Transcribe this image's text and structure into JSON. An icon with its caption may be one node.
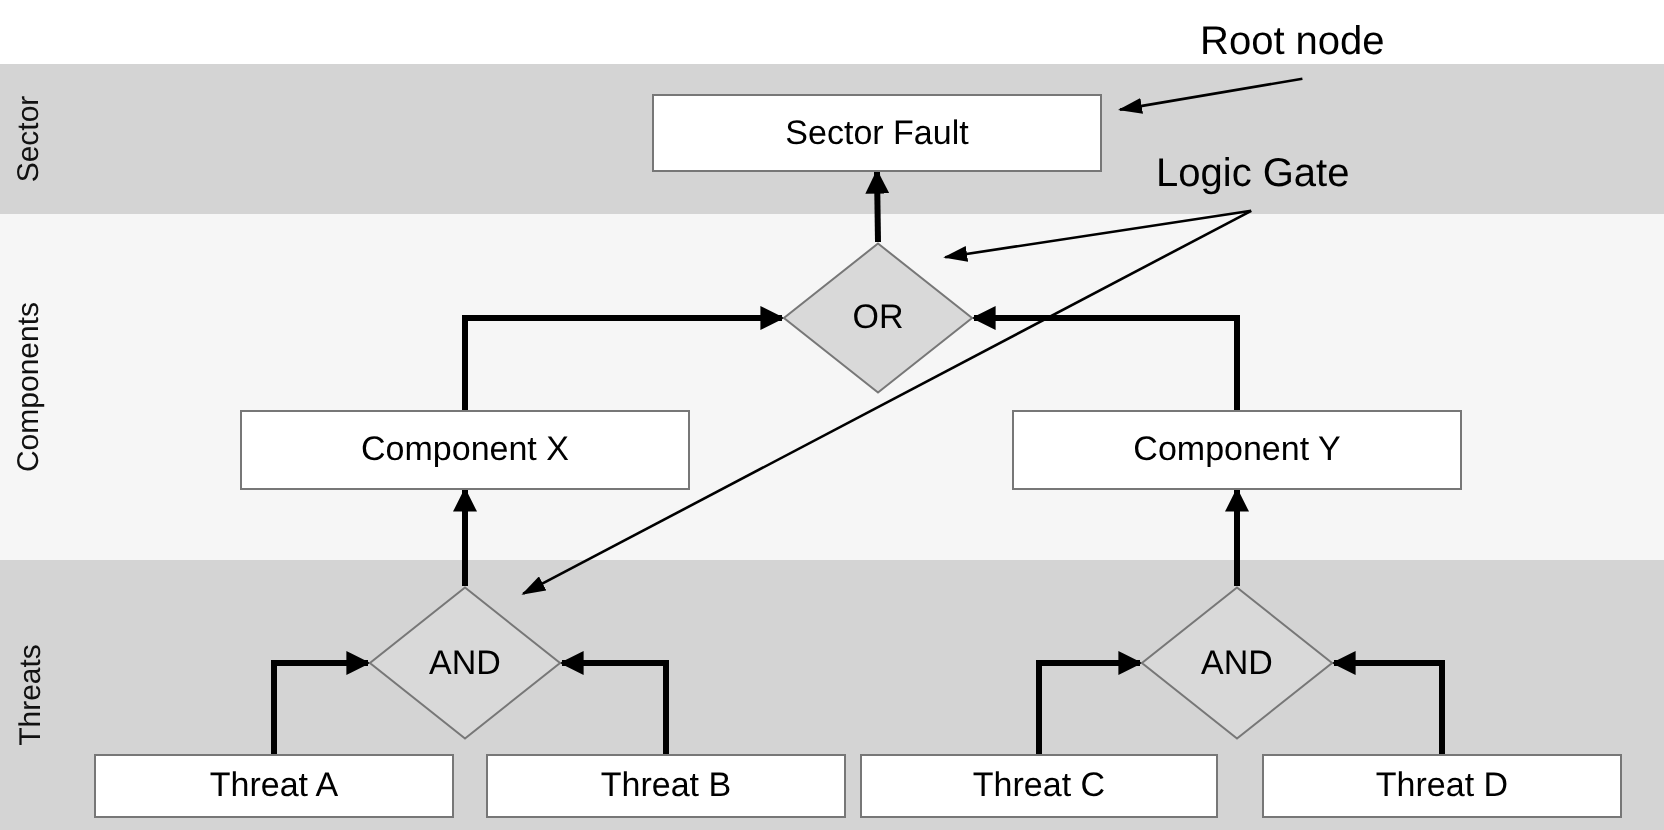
{
  "diagram": {
    "nodes": [
      {
        "text": [
          "Sector"
        ]
      },
      {
        "text": [
          "Components"
        ]
      },
      {
        "text": [
          "Threats"
        ]
      },
      {
        "text": [
          "Sector Fault"
        ],
        "in": 0
      },
      {
        "text": [
          "OR"
        ],
        "in": 1
      },
      {
        "text": [
          "Component X"
        ],
        "in": 1
      },
      {
        "text": [
          "Component Y"
        ],
        "in": 1
      },
      {
        "text": [
          "AND"
        ],
        "in": 2
      },
      {
        "text": [
          "AND"
        ],
        "in": 2
      },
      {
        "text": [
          "Threat A"
        ],
        "in": 2
      },
      {
        "text": [
          "Threat B"
        ],
        "in": 2
      },
      {
        "text": [
          "Threat C"
        ],
        "in": 2
      },
      {
        "text": [
          "Threat D"
        ],
        "in": 2
      },
      {
        "text": [
          "Root node"
        ]
      },
      {
        "text": [
          "Logic Gate"
        ],
        "in": 0
      }
    ],
    "edges": [
      {
        "from": 9,
        "to": 7,
        "arrow": "to"
      },
      {
        "from": 10,
        "to": 7,
        "arrow": "to"
      },
      {
        "from": 7,
        "to": 5,
        "arrow": "to"
      },
      {
        "from": 5,
        "to": 4,
        "arrow": "to"
      },
      {
        "from": 6,
        "to": 4,
        "arrow": "to"
      },
      {
        "from": 4,
        "to": 3,
        "arrow": "to"
      },
      {
        "from": 11,
        "to": 8,
        "arrow": "to"
      },
      {
        "from": 12,
        "to": 8,
        "arrow": "to"
      },
      {
        "from": 8,
        "to": 6,
        "arrow": "to"
      },
      {
        "from": 13,
        "to": 3,
        "arrow": "to"
      },
      {
        "from": 14,
        "to": 4,
        "arrow": "to"
      },
      {
        "from": 14,
        "to": 7,
        "arrow": "to"
      }
    ]
  }
}
